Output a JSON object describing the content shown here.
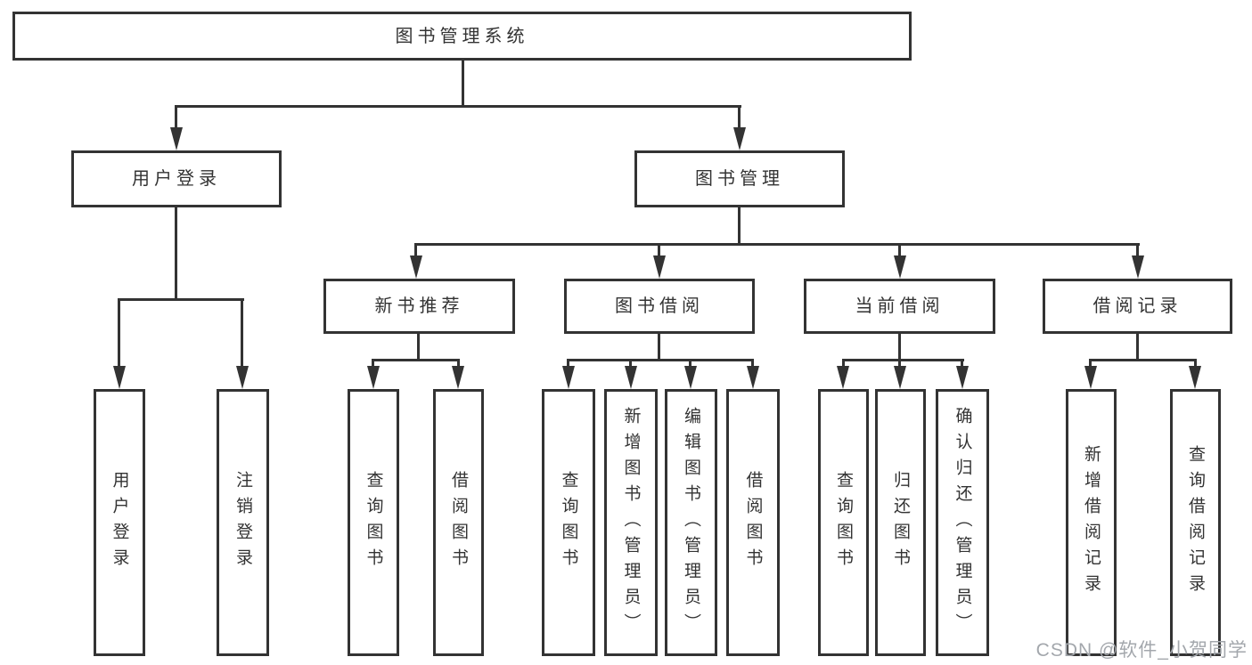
{
  "nodes": {
    "root": {
      "label": "图书管理系统"
    },
    "level2": [
      {
        "label": "用户登录"
      },
      {
        "label": "图书管理"
      }
    ],
    "level3": [
      {
        "label": "新书推荐"
      },
      {
        "label": "图书借阅"
      },
      {
        "label": "当前借阅"
      },
      {
        "label": "借阅记录"
      }
    ],
    "leaves": [
      {
        "label": "用户登录"
      },
      {
        "label": "注销登录"
      },
      {
        "label": "查询图书"
      },
      {
        "label": "借阅图书"
      },
      {
        "label": "查询图书"
      },
      {
        "label": "新增图书（管理员）"
      },
      {
        "label": "编辑图书（管理员）"
      },
      {
        "label": "借阅图书"
      },
      {
        "label": "查询图书"
      },
      {
        "label": "归还图书"
      },
      {
        "label": "确认归还（管理员）"
      },
      {
        "label": "新增借阅记录"
      },
      {
        "label": "查询借阅记录"
      }
    ]
  },
  "watermark": {
    "text": "CSDN @软件_小贺同学"
  },
  "colors": {
    "line": "#333333",
    "text": "#333333",
    "box_background": "#ffffff",
    "page_background": "#ffffff",
    "watermark": "#a3a7ac"
  }
}
